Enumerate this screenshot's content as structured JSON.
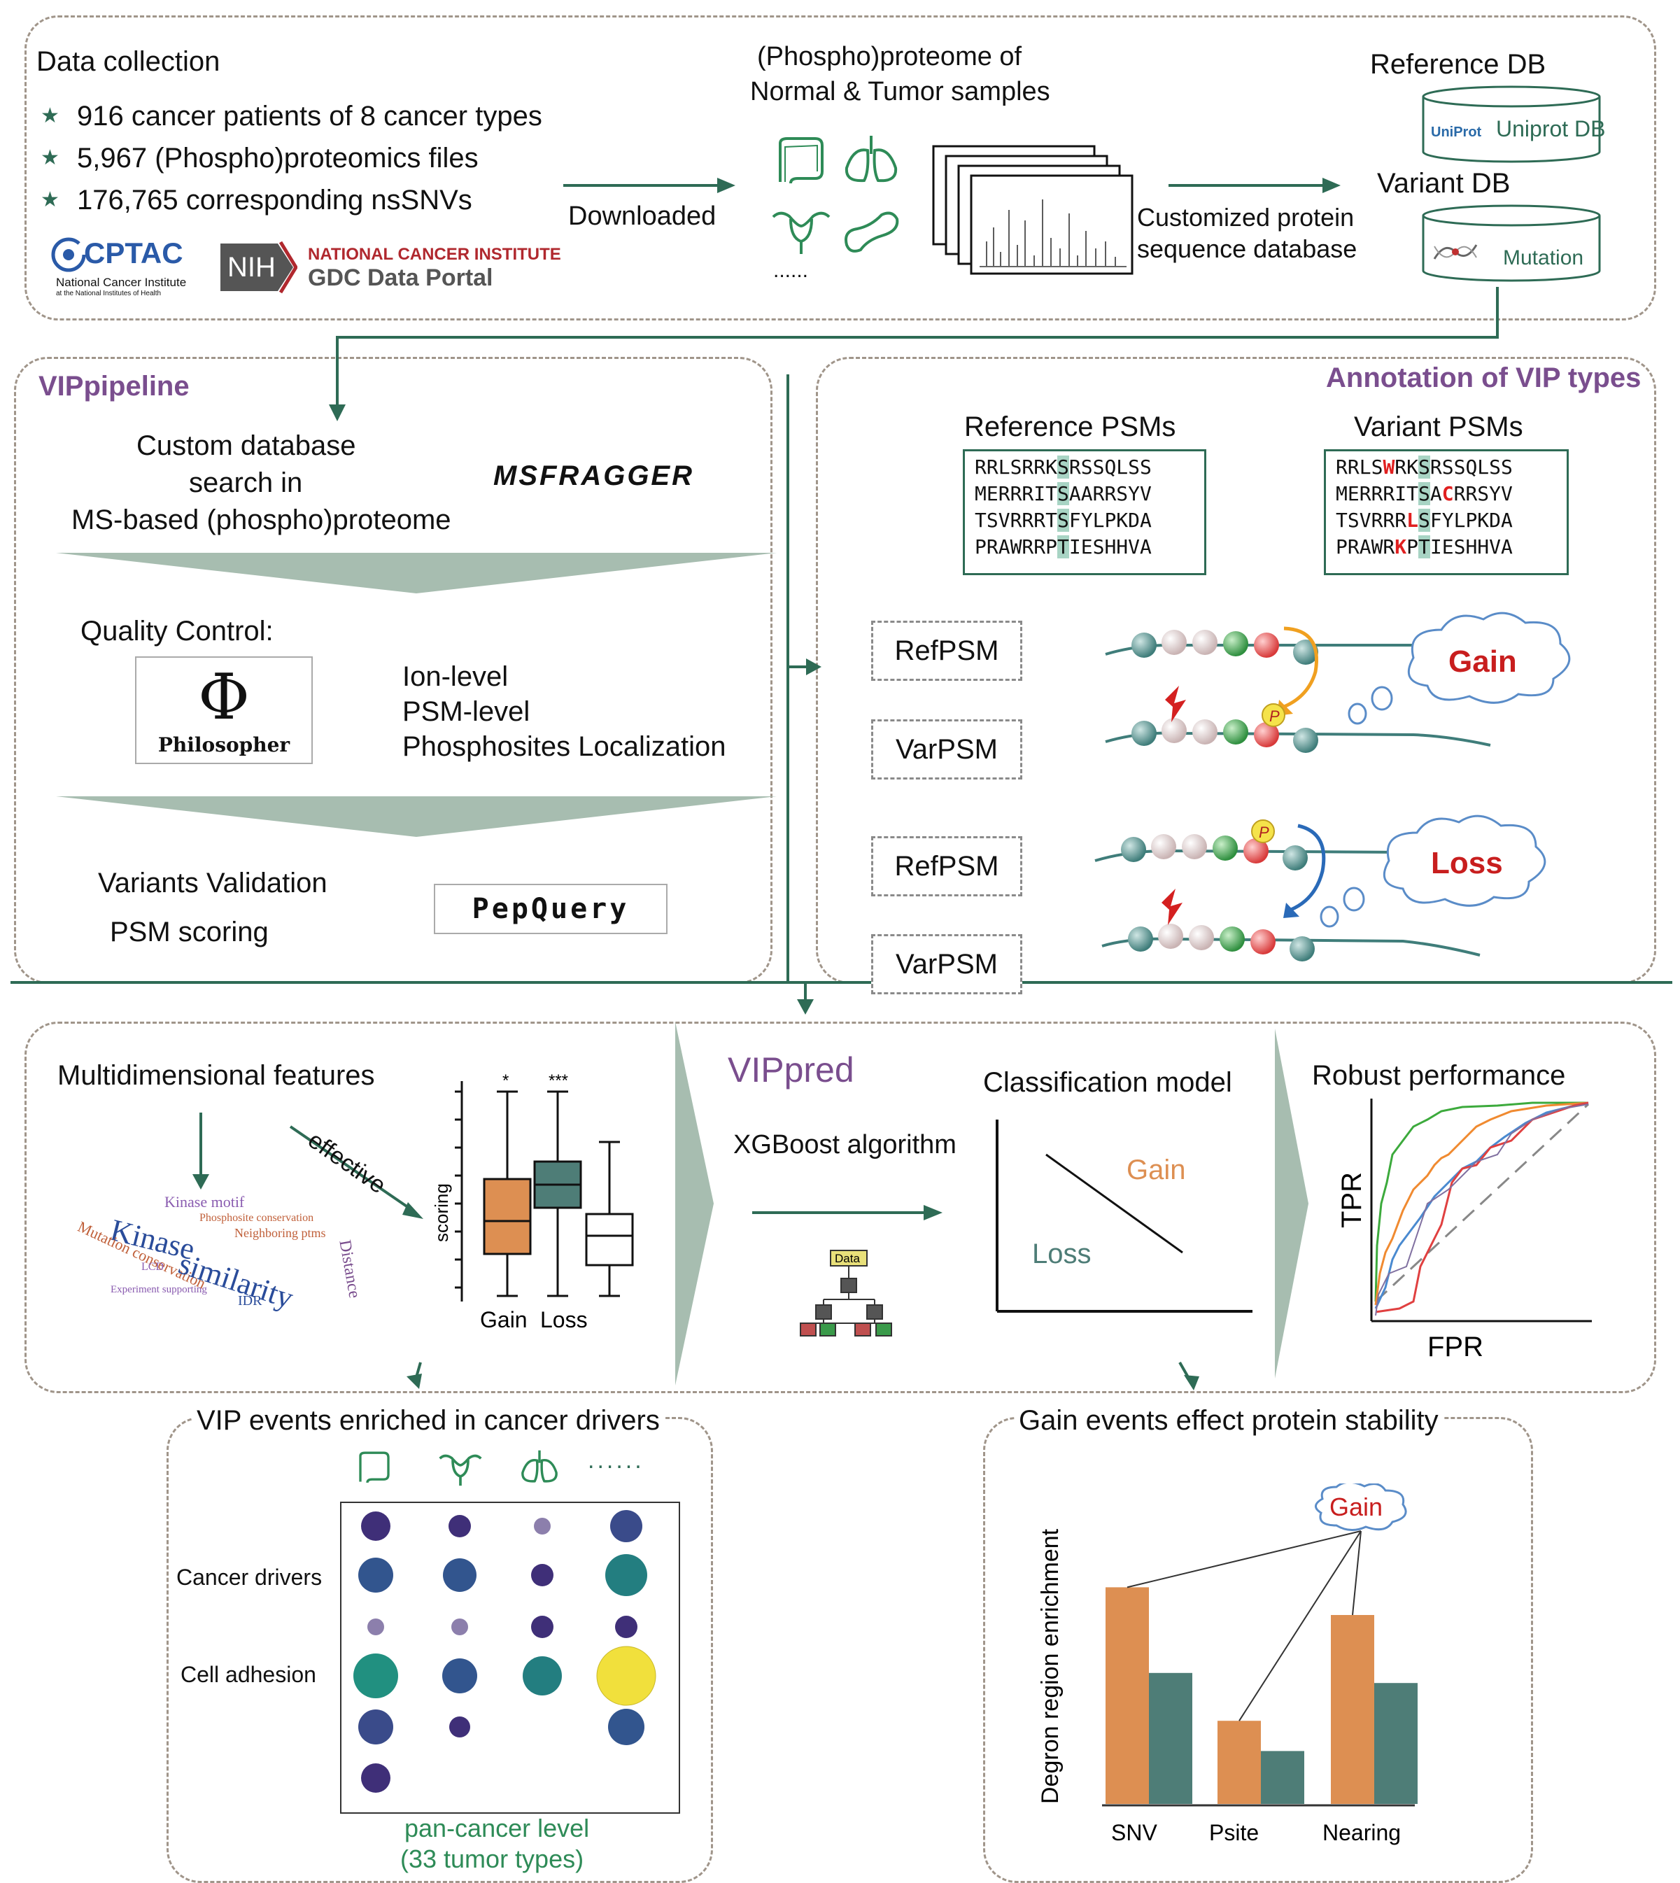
{
  "top": {
    "data_collection_title": "Data collection",
    "bullets": [
      "916 cancer patients of 8 cancer types",
      "5,967 (Phospho)proteomics files",
      "176,765 corresponding nsSNVs"
    ],
    "cptac": "CPTAC",
    "cptac_sub1": "National Cancer Institute",
    "cptac_sub2": "at the National Institutes of Health",
    "nih": "NIH",
    "nci": "NATIONAL CANCER INSTITUTE",
    "gdc": "GDC Data Portal",
    "downloaded": "Downloaded",
    "proteome_line1": "(Phospho)proteome of",
    "proteome_line2": "Normal & Tumor samples",
    "ellipsis": "......",
    "customized_line1": "Customized protein",
    "customized_line2": "sequence database",
    "reference_db": "Reference DB",
    "uniprot_logo": "UniProt",
    "uniprot_db": "Uniprot DB",
    "variant_db": "Variant DB",
    "mutation": "Mutation"
  },
  "pipeline": {
    "title": "VIPpipeline",
    "search_line1": "Custom database",
    "search_line2": "search in",
    "search_line3": "MS-based (phospho)proteome",
    "msfragger": "MSFRAGGER",
    "qc": "Quality Control:",
    "philosopher_symbol": "Φ",
    "philosopher": "Philosopher",
    "qc_items": [
      "Ion-level",
      "PSM-level",
      "Phosphosites Localization"
    ],
    "variants_validation": "Variants Validation",
    "psm_scoring": "PSM scoring",
    "pepquery": "PepQuery"
  },
  "annotation": {
    "title": "Annotation of VIP types",
    "ref_title": "Reference PSMs",
    "var_title": "Variant PSMs",
    "ref_rows": [
      [
        "RRLSRRK",
        "S",
        "RSSQLSS"
      ],
      [
        "MERRRIT",
        "S",
        "AARRSYV"
      ],
      [
        "TSVRRRT",
        "S",
        "FYLPKDA"
      ],
      [
        "PRAWRRP",
        "T",
        "IESHHVA"
      ]
    ],
    "var_rows": [
      [
        [
          "RRLS",
          ""
        ],
        [
          "W",
          "red"
        ],
        [
          "RK",
          ""
        ],
        [
          "S",
          "hl"
        ],
        [
          "RSSQLSS",
          ""
        ]
      ],
      [
        [
          "MERRRIT",
          ""
        ],
        [
          "S",
          "hl"
        ],
        [
          "A",
          ""
        ],
        [
          "C",
          "red"
        ],
        [
          "RRSYV",
          ""
        ]
      ],
      [
        [
          "TSVRRR",
          ""
        ],
        [
          "L",
          "red"
        ],
        [
          "S",
          "hl"
        ],
        [
          "FYLPKDA",
          ""
        ]
      ],
      [
        [
          "PRAWR",
          ""
        ],
        [
          "K",
          "red"
        ],
        [
          "P",
          ""
        ],
        [
          "T",
          "hl"
        ],
        [
          "IESHHVA",
          ""
        ]
      ]
    ],
    "refpsm": "RefPSM",
    "varpsm": "VarPSM",
    "gain": "Gain",
    "loss": "Loss",
    "p": "P"
  },
  "vippred": {
    "title": "VIPpred",
    "features_title": "Multidimensional features",
    "effective": "effective",
    "wordcloud": [
      {
        "t": "Kinase motif",
        "c": "#8a5cb0"
      },
      {
        "t": "Phosphosite conservation",
        "c": "#c0603a"
      },
      {
        "t": "Neighboring ptms",
        "c": "#c0603a"
      },
      {
        "t": "Kinase",
        "c": "#2a4c9a"
      },
      {
        "t": "Mutation conservation",
        "c": "#c0603a"
      },
      {
        "t": "similarity",
        "c": "#2a4c9a"
      },
      {
        "t": "Distance",
        "c": "#7a4e8e"
      },
      {
        "t": "LCD",
        "c": "#8a5cb0"
      },
      {
        "t": "Experiment supporting",
        "c": "#8a5cb0"
      },
      {
        "t": "IDR",
        "c": "#2a4c9a"
      }
    ],
    "scoring": "scoring",
    "sig_gain": "*",
    "sig_loss": "***",
    "box_gain": "Gain",
    "box_loss": "Loss",
    "xgboost": "XGBoost algorithm",
    "data_node": "Data",
    "classification": "Classification model",
    "class_gain": "Gain",
    "class_loss": "Loss",
    "robust": "Robust performance",
    "tpr": "TPR",
    "fpr": "FPR"
  },
  "bottom_left": {
    "title": "VIP events enriched in cancer drivers",
    "dots": "......",
    "cancer_drivers": "Cancer drivers",
    "cell_adhesion": "Cell adhesion",
    "pan_line1": "pan-cancer level",
    "pan_line2": "(33 tumor types)"
  },
  "bottom_right": {
    "title": "Gain events effect protein stability",
    "gain": "Gain",
    "ylabel": "Degron region enrichment",
    "categories": [
      "SNV",
      "Psite",
      "Nearing"
    ]
  },
  "chart_data": [
    {
      "type": "bar",
      "title": "Gain events effect protein stability",
      "categories": [
        "SNV",
        "Psite",
        "Nearing"
      ],
      "series": [
        {
          "values": [
            0.86,
            0.33,
            0.75
          ],
          "color": "#dd8f52"
        },
        {
          "values": [
            0.52,
            0.21,
            0.48
          ],
          "color": "#4e7d77"
        }
      ],
      "ylabel": "Degron region enrichment",
      "ylim": [
        0,
        1
      ]
    }
  ]
}
